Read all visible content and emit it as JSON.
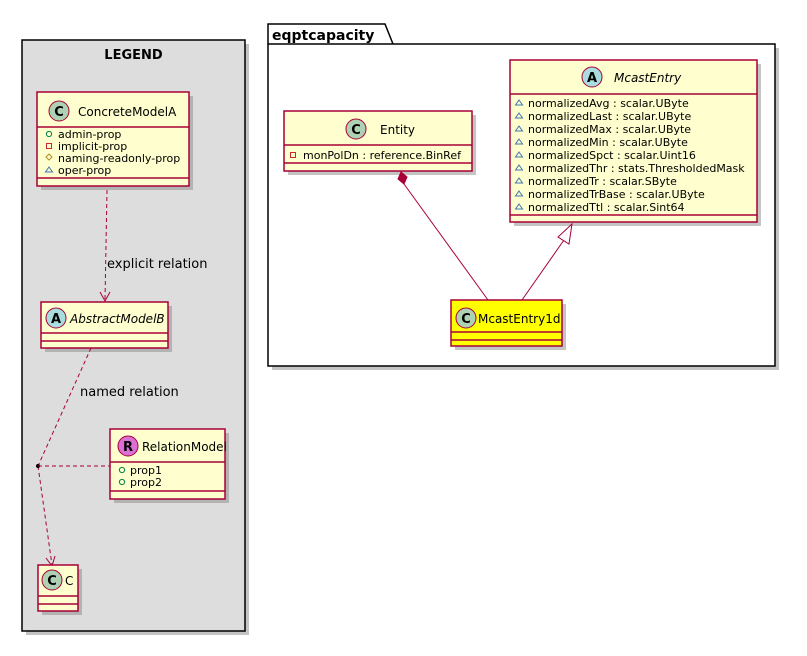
{
  "legend": {
    "title": "LEGEND",
    "background": "#DDDDDD",
    "classes": {
      "concrete": {
        "badge": "C",
        "badge_color": "#ADD1B2",
        "name": "ConcreteModelA",
        "attributes": [
          {
            "visibility": "public",
            "text": "admin-prop"
          },
          {
            "visibility": "private",
            "text": "implicit-prop"
          },
          {
            "visibility": "protected",
            "text": "naming-readonly-prop"
          },
          {
            "visibility": "package",
            "text": "oper-prop"
          }
        ]
      },
      "abstract": {
        "badge": "A",
        "badge_color": "#A9DCDF",
        "name": "AbstractModelB"
      },
      "relation": {
        "badge": "R",
        "badge_color": "#DA70D6",
        "name": "RelationModel",
        "attributes": [
          {
            "visibility": "public",
            "text": "prop1"
          },
          {
            "visibility": "public",
            "text": "prop2"
          }
        ]
      },
      "c": {
        "badge": "C",
        "badge_color": "#ADD1B2",
        "name": "C"
      }
    },
    "relations": {
      "explicit": "explicit relation",
      "named": "named relation"
    }
  },
  "package": {
    "name": "eqptcapacity",
    "classes": {
      "entity": {
        "badge": "C",
        "badge_color": "#ADD1B2",
        "name": "Entity",
        "attributes": [
          {
            "visibility": "private",
            "text": "monPolDn : reference.BinRef"
          }
        ]
      },
      "mcast_entry": {
        "badge": "A",
        "badge_color": "#A9DCDF",
        "name": "McastEntry",
        "attributes": [
          {
            "visibility": "package",
            "text": "normalizedAvg : scalar.UByte"
          },
          {
            "visibility": "package",
            "text": "normalizedLast : scalar.UByte"
          },
          {
            "visibility": "package",
            "text": "normalizedMax : scalar.UByte"
          },
          {
            "visibility": "package",
            "text": "normalizedMin : scalar.UByte"
          },
          {
            "visibility": "package",
            "text": "normalizedSpct : scalar.Uint16"
          },
          {
            "visibility": "package",
            "text": "normalizedThr : stats.ThresholdedMask"
          },
          {
            "visibility": "package",
            "text": "normalizedTr : scalar.SByte"
          },
          {
            "visibility": "package",
            "text": "normalizedTrBase : scalar.UByte"
          },
          {
            "visibility": "package",
            "text": "normalizedTtl : scalar.Sint64"
          }
        ]
      },
      "mcast_entry_1d": {
        "badge": "C",
        "badge_color": "#ADD1B2",
        "name": "McastEntry1d",
        "highlight": "#FFFF00"
      }
    }
  },
  "colors": {
    "border": "#A80036",
    "class_fill": "#FEFECE"
  }
}
